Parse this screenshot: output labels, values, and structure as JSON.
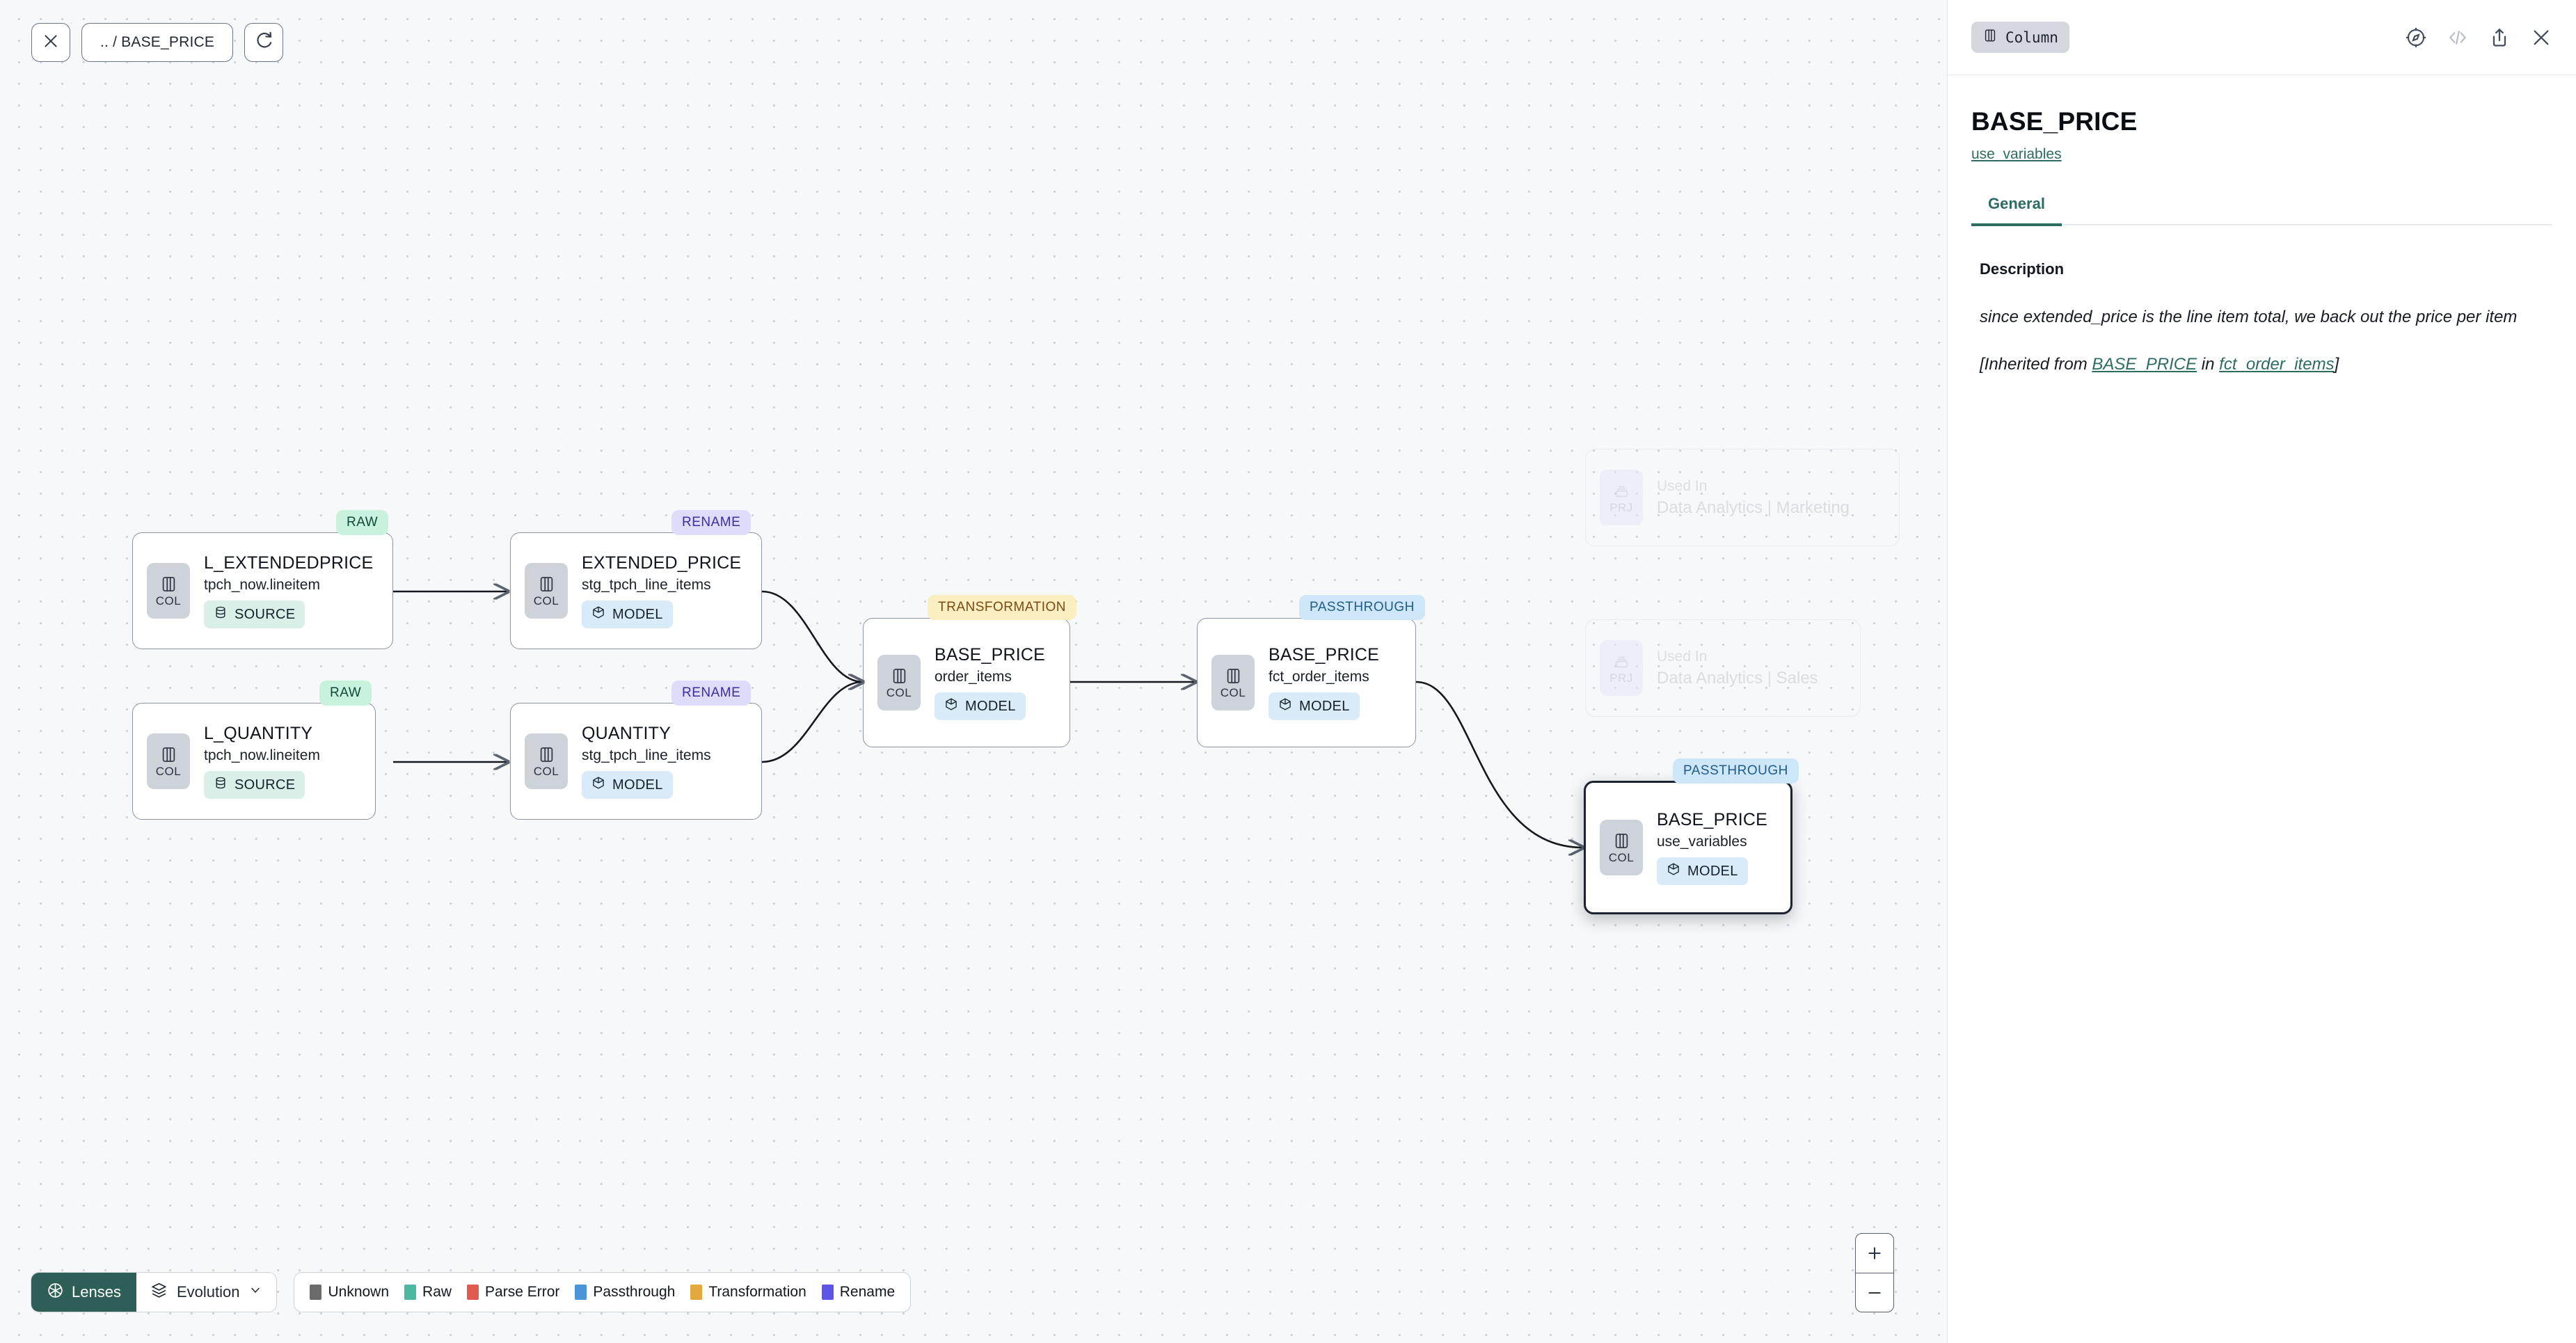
{
  "toolbar": {
    "close_icon": "close-icon",
    "breadcrumb": ".. / BASE_PRICE",
    "refresh_icon": "refresh-icon"
  },
  "graph": {
    "nodes": [
      {
        "id": "l_extendedprice",
        "badge": "COL",
        "title": "L_EXTENDEDPRICE",
        "subtitle": "tpch_now.lineitem",
        "pill": {
          "label": "SOURCE",
          "icon": "database-icon",
          "kind": "source"
        },
        "tag": {
          "label": "RAW",
          "kind": "raw"
        },
        "selected": false,
        "ghost": false
      },
      {
        "id": "l_quantity",
        "badge": "COL",
        "title": "L_QUANTITY",
        "subtitle": "tpch_now.lineitem",
        "pill": {
          "label": "SOURCE",
          "icon": "database-icon",
          "kind": "source"
        },
        "tag": {
          "label": "RAW",
          "kind": "raw"
        },
        "selected": false,
        "ghost": false
      },
      {
        "id": "extended_price",
        "badge": "COL",
        "title": "EXTENDED_PRICE",
        "subtitle": "stg_tpch_line_items",
        "pill": {
          "label": "MODEL",
          "icon": "cube-icon",
          "kind": "model"
        },
        "tag": {
          "label": "RENAME",
          "kind": "rename"
        },
        "selected": false,
        "ghost": false
      },
      {
        "id": "quantity",
        "badge": "COL",
        "title": "QUANTITY",
        "subtitle": "stg_tpch_line_items",
        "pill": {
          "label": "MODEL",
          "icon": "cube-icon",
          "kind": "model"
        },
        "tag": {
          "label": "RENAME",
          "kind": "rename"
        },
        "selected": false,
        "ghost": false
      },
      {
        "id": "base_price_order_items",
        "badge": "COL",
        "title": "BASE_PRICE",
        "subtitle": "order_items",
        "pill": {
          "label": "MODEL",
          "icon": "cube-icon",
          "kind": "model"
        },
        "tag": {
          "label": "TRANSFORMATION",
          "kind": "trans"
        },
        "selected": false,
        "ghost": false
      },
      {
        "id": "base_price_fct_order_items",
        "badge": "COL",
        "title": "BASE_PRICE",
        "subtitle": "fct_order_items",
        "pill": {
          "label": "MODEL",
          "icon": "cube-icon",
          "kind": "model"
        },
        "tag": {
          "label": "PASSTHROUGH",
          "kind": "pass"
        },
        "selected": false,
        "ghost": false
      },
      {
        "id": "base_price_use_variables",
        "badge": "COL",
        "title": "BASE_PRICE",
        "subtitle": "use_variables",
        "pill": {
          "label": "MODEL",
          "icon": "cube-icon",
          "kind": "model"
        },
        "tag": {
          "label": "PASSTHROUGH",
          "kind": "pass"
        },
        "selected": true,
        "ghost": false
      }
    ],
    "used_in": [
      {
        "badge": "PRJ",
        "label": "Used In",
        "name": "Data Analytics | Marketing"
      },
      {
        "badge": "PRJ",
        "label": "Used In",
        "name": "Data Analytics | Sales"
      }
    ]
  },
  "bottom": {
    "lenses_label": "Lenses",
    "lenses_icon": "aperture-icon",
    "evolution_label": "Evolution",
    "evolution_icon": "layers-icon",
    "evolution_chevron": "chevron-down-icon",
    "legend": [
      {
        "label": "Unknown",
        "color": "#6b6b6b"
      },
      {
        "label": "Raw",
        "color": "#4cb8a0"
      },
      {
        "label": "Parse Error",
        "color": "#e05a4f"
      },
      {
        "label": "Passthrough",
        "color": "#4a95d8"
      },
      {
        "label": "Transformation",
        "color": "#e5a83c"
      },
      {
        "label": "Rename",
        "color": "#5b55e8"
      }
    ]
  },
  "zoom_controls": {
    "zoom_in": "+",
    "zoom_out": "−"
  },
  "panel": {
    "kind_chip": {
      "label": "Column",
      "icon": "column-icon"
    },
    "icons": [
      {
        "name": "compass-icon",
        "muted": false
      },
      {
        "name": "code-icon",
        "muted": true
      },
      {
        "name": "share-icon",
        "muted": false
      },
      {
        "name": "close-icon",
        "muted": false
      }
    ],
    "title": "BASE_PRICE",
    "link": "use_variables",
    "tabs": [
      {
        "label": "General",
        "active": true
      }
    ],
    "description_label": "Description",
    "description_text": "since extended_price is the line item total, we back out the price per item",
    "inherited": {
      "prefix": "[Inherited from ",
      "column": "BASE_PRICE",
      "middle": " in ",
      "model": "fct_order_items",
      "suffix": "]"
    }
  }
}
